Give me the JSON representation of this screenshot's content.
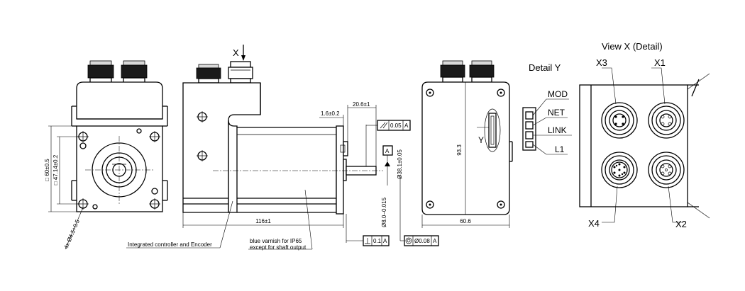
{
  "view_labels": {
    "x_arrow": "X",
    "y_marker": "Y",
    "detail_y": "Detail Y",
    "view_x": "View X   (Detail)"
  },
  "leds": [
    "MOD",
    "NET",
    "LINK",
    "L1"
  ],
  "connectors": {
    "x1": "X1",
    "x2": "X2",
    "x3": "X3",
    "x4": "X4"
  },
  "dimensions": {
    "flange_square": "□ 60±0.5",
    "bolt_square": "□ 47.14±0.2",
    "holes": "4x Ø4.5+0.5",
    "length": "116±1",
    "shaft_length": "20.6±1",
    "shaft_step": "1.6±0.2",
    "pilot_dia": "Ø38.1±0.05",
    "shaft_dia": "Ø8.0−0.015",
    "height": "93.3",
    "depth": "60.6"
  },
  "tolerances": {
    "runout": "0.05",
    "runout_datum": "A",
    "perpendicularity": "0.1",
    "perp_datum": "A",
    "concentricity": "Ø0.08",
    "conc_datum": "A",
    "datum_label": "A"
  },
  "notes": {
    "controller": "Integrated controller and Encoder",
    "varnish_line1": "blue varnish for IP65",
    "varnish_line2": "except for shaft output"
  }
}
